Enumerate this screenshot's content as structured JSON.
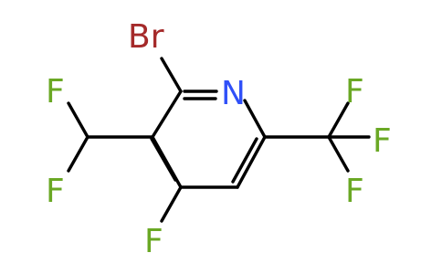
{
  "molecule": {
    "atoms": {
      "br": {
        "symbol": "Br",
        "color": "#a52a2a"
      },
      "n": {
        "symbol": "N",
        "color": "#3050f8"
      },
      "f_chf2_a": {
        "symbol": "F",
        "color": "#6aa824"
      },
      "f_chf2_b": {
        "symbol": "F",
        "color": "#6aa824"
      },
      "f_ring": {
        "symbol": "F",
        "color": "#6aa824"
      },
      "f_cf3_a": {
        "symbol": "F",
        "color": "#6aa824"
      },
      "f_cf3_b": {
        "symbol": "F",
        "color": "#6aa824"
      },
      "f_cf3_c": {
        "symbol": "F",
        "color": "#6aa824"
      }
    },
    "bond_color": "#000000",
    "background": "#ffffff"
  }
}
